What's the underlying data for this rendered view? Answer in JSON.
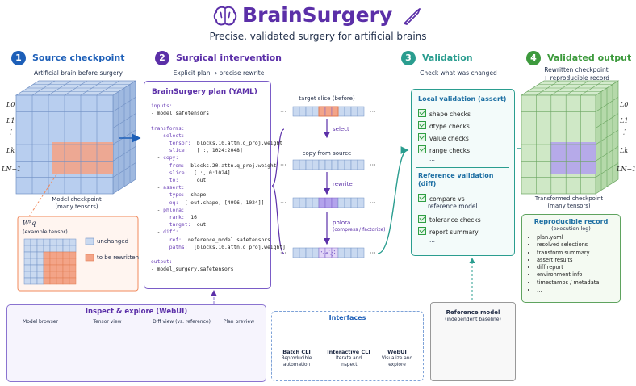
{
  "header": {
    "title": "BrainSurgery",
    "subtitle": "Precise, validated surgery for artificial brains"
  },
  "steps": [
    {
      "num": "1",
      "title": "Source checkpoint",
      "sub": "Artificial brain before surgery"
    },
    {
      "num": "2",
      "title": "Surgical intervention",
      "sub": "Explicit plan → precise rewrite"
    },
    {
      "num": "3",
      "title": "Validation",
      "sub": "Check what was changed"
    },
    {
      "num": "4",
      "title": "Validated output",
      "sub1": "Rewritten checkpoint",
      "sub2": "+ reproducible record"
    }
  ],
  "source": {
    "layer_labels": [
      "L0",
      "L1",
      "⋮",
      "Lk",
      "LN−1"
    ],
    "caption1": "Model checkpoint",
    "caption2": "(many tensors)",
    "tensor_name": "Wᵏq",
    "tensor_caption": "(example tensor)",
    "legend_unchanged": "unchanged",
    "legend_rewritten": "to be rewritten"
  },
  "plan": {
    "title": "BrainSurgery plan (YAML)",
    "lines": [
      "inputs:",
      "- model.safetensors",
      "",
      "transforms:",
      "  - select:",
      "      tensor:  blocks.10.attn.q_proj.weight",
      "      slice:   [ :, 1024:2048]",
      "  - copy:",
      "      from:  blocks.20.attn.q_proj.weight",
      "      slice:  [ :, 0:1024]",
      "      to:      out",
      "  - assert:",
      "      type:  shape",
      "      eq:  [ out.shape, [4096, 1024]]",
      "  - phlora:",
      "      rank:  16",
      "      target:  out",
      "  - diff:",
      "      ref:  reference_model.safetensors",
      "      paths:  [blocks.10.attn.q_proj.weight]",
      "",
      "output:",
      "- model_surgery.safetensors"
    ]
  },
  "flow": {
    "target_slice": "target slice (before)",
    "select": "select",
    "copy_from": "copy from source",
    "rewrite": "rewrite",
    "phlora": "phlora",
    "phlora_sub": "(compress / factorize)",
    "dots": "···"
  },
  "validation": {
    "local_title": "Local validation (assert)",
    "local_items": [
      "shape checks",
      "dtype checks",
      "value checks",
      "range checks"
    ],
    "ellipsis": "…",
    "ref_title1": "Reference validation",
    "ref_title2": "(diff)",
    "ref_items": [
      "compare vs",
      "reference model",
      "tolerance checks",
      "report summary"
    ]
  },
  "reference": {
    "title": "Reference model",
    "sub": "(independent baseline)"
  },
  "output": {
    "layer_labels": [
      "L0",
      "L1",
      "⋮",
      "Lk",
      "LN−1"
    ],
    "caption1": "Transformed checkpoint",
    "caption2": "(many tensors)"
  },
  "record": {
    "title": "Reproducible record",
    "sub": "(execution log)",
    "items": [
      "plan.yaml",
      "resolved selections",
      "transform summary",
      "assert results",
      "diff report",
      "environment info",
      "timestamps / metadata",
      "…"
    ]
  },
  "webui": {
    "title": "Inspect & explore (WebUI)",
    "panels": [
      "Model browser",
      "Tensor view",
      "Diff view (vs. reference)",
      "Plan preview"
    ]
  },
  "interfaces": {
    "title": "Interfaces",
    "items": [
      {
        "name": "Batch CLI",
        "l1": "Reproducible",
        "l2": "automation"
      },
      {
        "name": "Interactive CLI",
        "l1": "Iterate and",
        "l2": "inspect"
      },
      {
        "name": "WebUI",
        "l1": "Visualize and",
        "l2": "explore"
      }
    ]
  },
  "colors": {
    "purple": "#5b2fa8",
    "blue": "#1d5fb8",
    "teal": "#2a9d8f",
    "green": "#3d9a3d",
    "orange": "#f08a5d"
  }
}
